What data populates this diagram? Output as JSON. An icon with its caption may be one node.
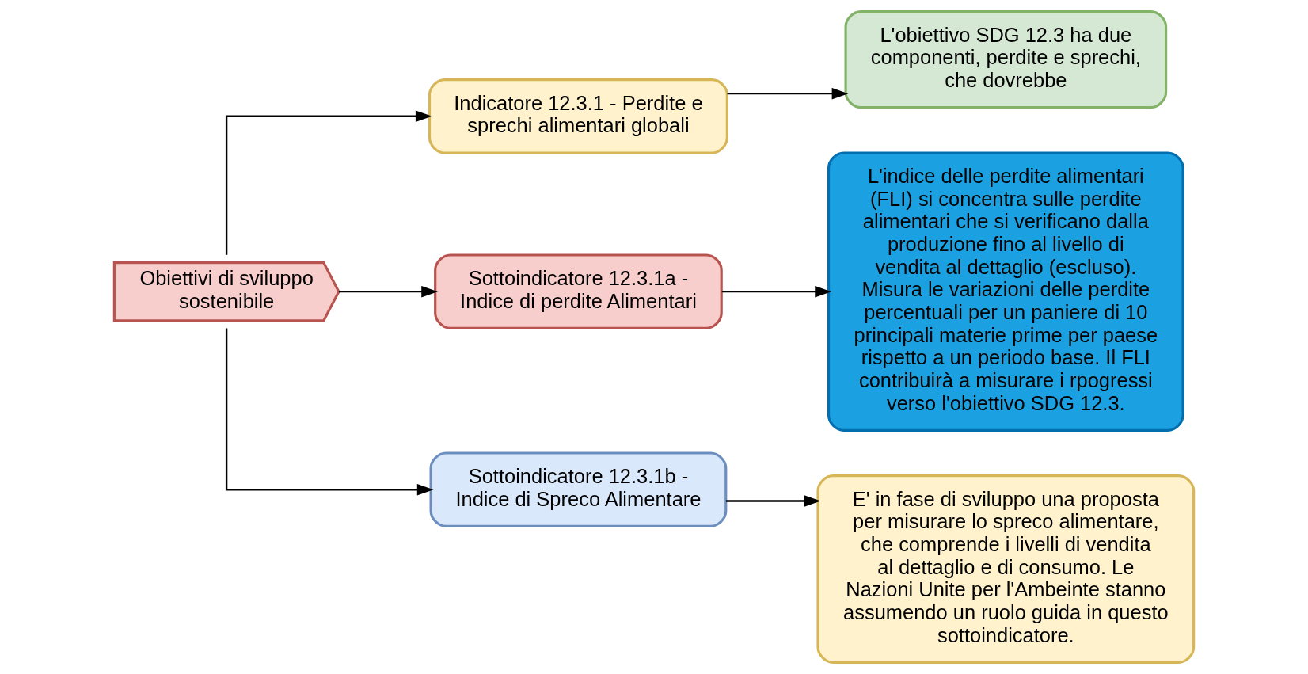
{
  "diagram": {
    "nodes": [
      {
        "text": [
          "Obiettivi di sviluppo sostenibile"
        ]
      },
      {
        "text": [
          "Indicatore 12.3.1 - Perdite e sprechi alimentari globali"
        ]
      },
      {
        "text": [
          "Sottoindicatore 12.3.1a - Indice di perdite Alimentari"
        ]
      },
      {
        "text": [
          "Sottoindicatore 12.3.1b - Indice di Spreco Alimentare"
        ]
      },
      {
        "text": [
          "L'obiettivo SDG 12.3 ha due componenti, perdite e sprechi, che dovrebbe"
        ]
      },
      {
        "text": [
          "L'indice delle perdite alimentari (FLI) si concentra sulle perdite alimentari che si verificano dalla produzione fino al livello di vendita al dettaglio (escluso). Misura le variazioni delle perdite percentuali per un paniere di 10 principali materie prime per paese rispetto a un periodo base. Il FLI contribuirà a misurare i rpogressi verso l'obiettivo SDG 12.3."
        ]
      },
      {
        "text": [
          "E' in fase di sviluppo una proposta per misurare lo spreco alimentare, che comprende i livelli di vendita al dettaglio e di consumo. Le Nazioni Unite per l'Ambeinte stanno assumendo un ruolo guida in questo sottoindicatore."
        ]
      }
    ],
    "edges": [
      {
        "from": 0,
        "to": 1,
        "arrow": "to"
      },
      {
        "from": 0,
        "to": 2,
        "arrow": "to"
      },
      {
        "from": 0,
        "to": 3,
        "arrow": "to"
      },
      {
        "from": 1,
        "to": 4,
        "arrow": "to"
      },
      {
        "from": 2,
        "to": 5,
        "arrow": "to"
      },
      {
        "from": 3,
        "to": 6,
        "arrow": "to"
      }
    ]
  }
}
